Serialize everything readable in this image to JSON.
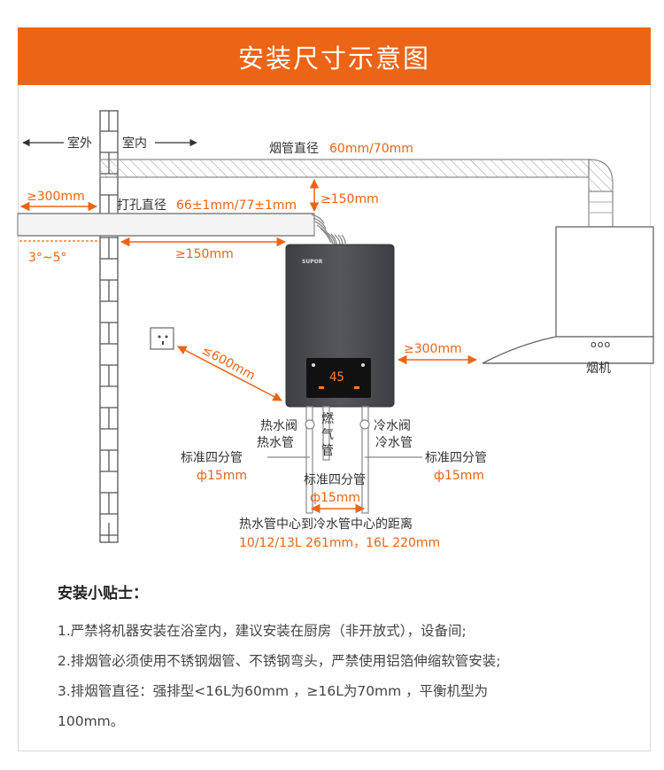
{
  "header": {
    "title": "安装尺寸示意图"
  },
  "diagram": {
    "outdoor": "室外",
    "indoor": "室内",
    "flue_label": "烟管直径",
    "flue_value": "60mm/70mm",
    "dist_outside_300": "≥300mm",
    "hole_label": "打孔直径",
    "hole_value": "66±1mm/77±1mm",
    "dist_top_150": "≥150mm",
    "slope": "3°~5°",
    "dist_wall_150": "≥150mm",
    "brand": "SUPOR",
    "display_value": "45",
    "dist_socket_600": "≤600mm",
    "dist_hood_300": "≥300mm",
    "hood_name": "烟机",
    "hood_buttons": "ooo",
    "hot_valve": "热水阀",
    "hot_pipe": "热水管",
    "gas_pipe_chars": [
      "燃",
      "气",
      "管"
    ],
    "cold_valve": "冷水阀",
    "cold_pipe": "冷水管",
    "std_pipe_left": "标准四分管",
    "dia_left": "ф15mm",
    "std_pipe_mid": "标准四分管",
    "dia_mid": "ф15mm",
    "std_pipe_right": "标准四分管",
    "dia_right": "ф15mm",
    "center_distance_label": "热水管中心到冷水管中心的距离",
    "center_distance_values": "10/12/13L 261mm，16L 220mm"
  },
  "tips": {
    "title": "安装小贴士：",
    "items": [
      "1.严禁将机器安装在浴室内，建议安装在厨房（非开放式），设备间;",
      "2.排烟管必须使用不锈钢烟管、不锈钢弯头，严禁使用铝箔伸缩软管安装;",
      "3.排烟管直径：强排型<16L为60mm ，≥16L为70mm ，平衡机型为",
      "100mm。"
    ]
  },
  "colors": {
    "accent": "#ec6415",
    "heater": "#4a4c50",
    "text": "#333333"
  }
}
